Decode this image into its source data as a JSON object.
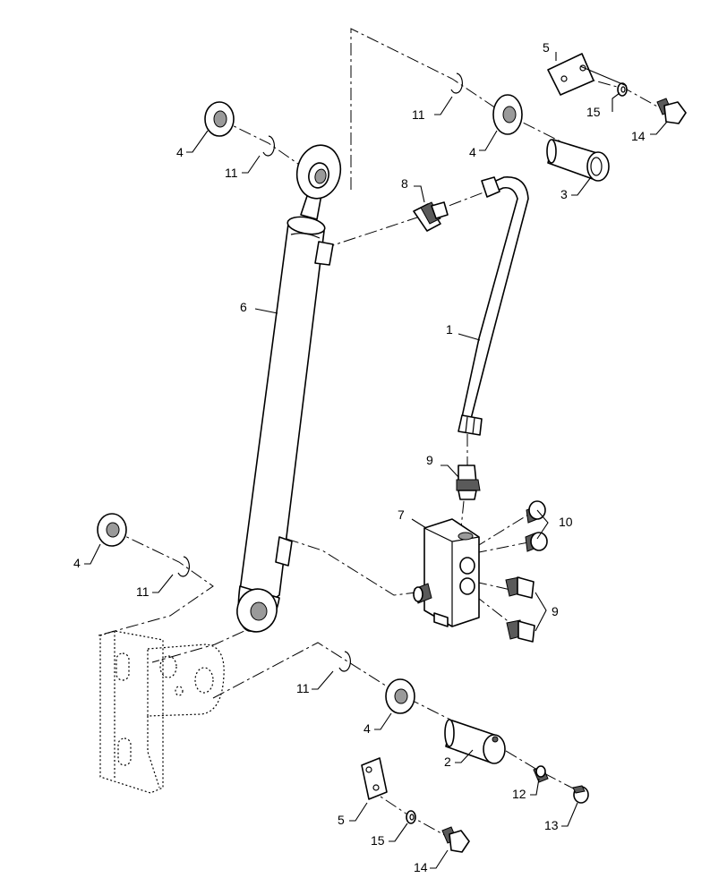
{
  "callouts": {
    "c1": "1",
    "c2": "2",
    "c3": "3",
    "c4a": "4",
    "c4b": "4",
    "c4c": "4",
    "c4d": "4",
    "c5a": "5",
    "c5b": "5",
    "c6": "6",
    "c7": "7",
    "c8": "8",
    "c9a": "9",
    "c9b": "9",
    "c10": "10",
    "c11a": "11",
    "c11b": "11",
    "c11c": "11",
    "c11d": "11",
    "c12": "12",
    "c13": "13",
    "c14a": "14",
    "c14b": "14",
    "c15a": "15",
    "c15b": "15"
  }
}
